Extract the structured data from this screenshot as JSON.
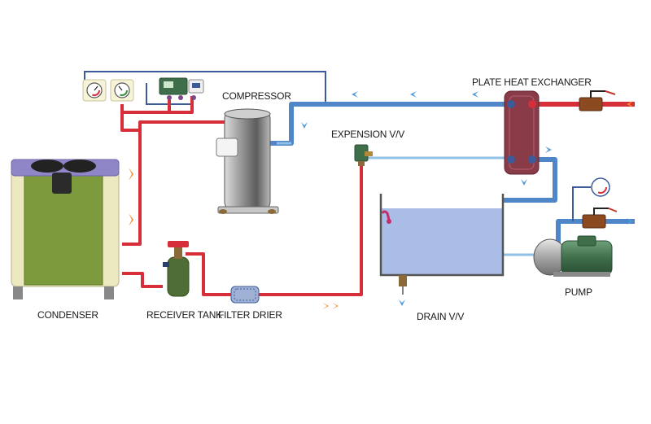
{
  "labels": {
    "compressor": "COMPRESSOR",
    "plate_heat_exchanger": "PLATE HEAT EXCHANGER",
    "expansion_valve": "EXPENSION V/V",
    "condenser": "CONDENSER",
    "receiver_tank": "RECEIVER TANK",
    "filter_drier": "FILTER DRIER",
    "drain_valve": "DRAIN V/V",
    "pump": "PUMP"
  },
  "colors": {
    "refrigerant_hot": "#d62f3a",
    "water_pipe": "#4e86c8",
    "water_pipe_light": "#8fc0e6",
    "control_line": "#3d5a99",
    "condenser_body": "#7d9a3c",
    "condenser_frame": "#ece8c0",
    "plate_exchanger": "#8a3b48",
    "tank_water": "#a9bde6",
    "receiver_tank": "#4f6e35",
    "pump_body": "#3f6e4a",
    "arrow_hot": "#f08a2a",
    "arrow_cold": "#4f9ad8"
  }
}
